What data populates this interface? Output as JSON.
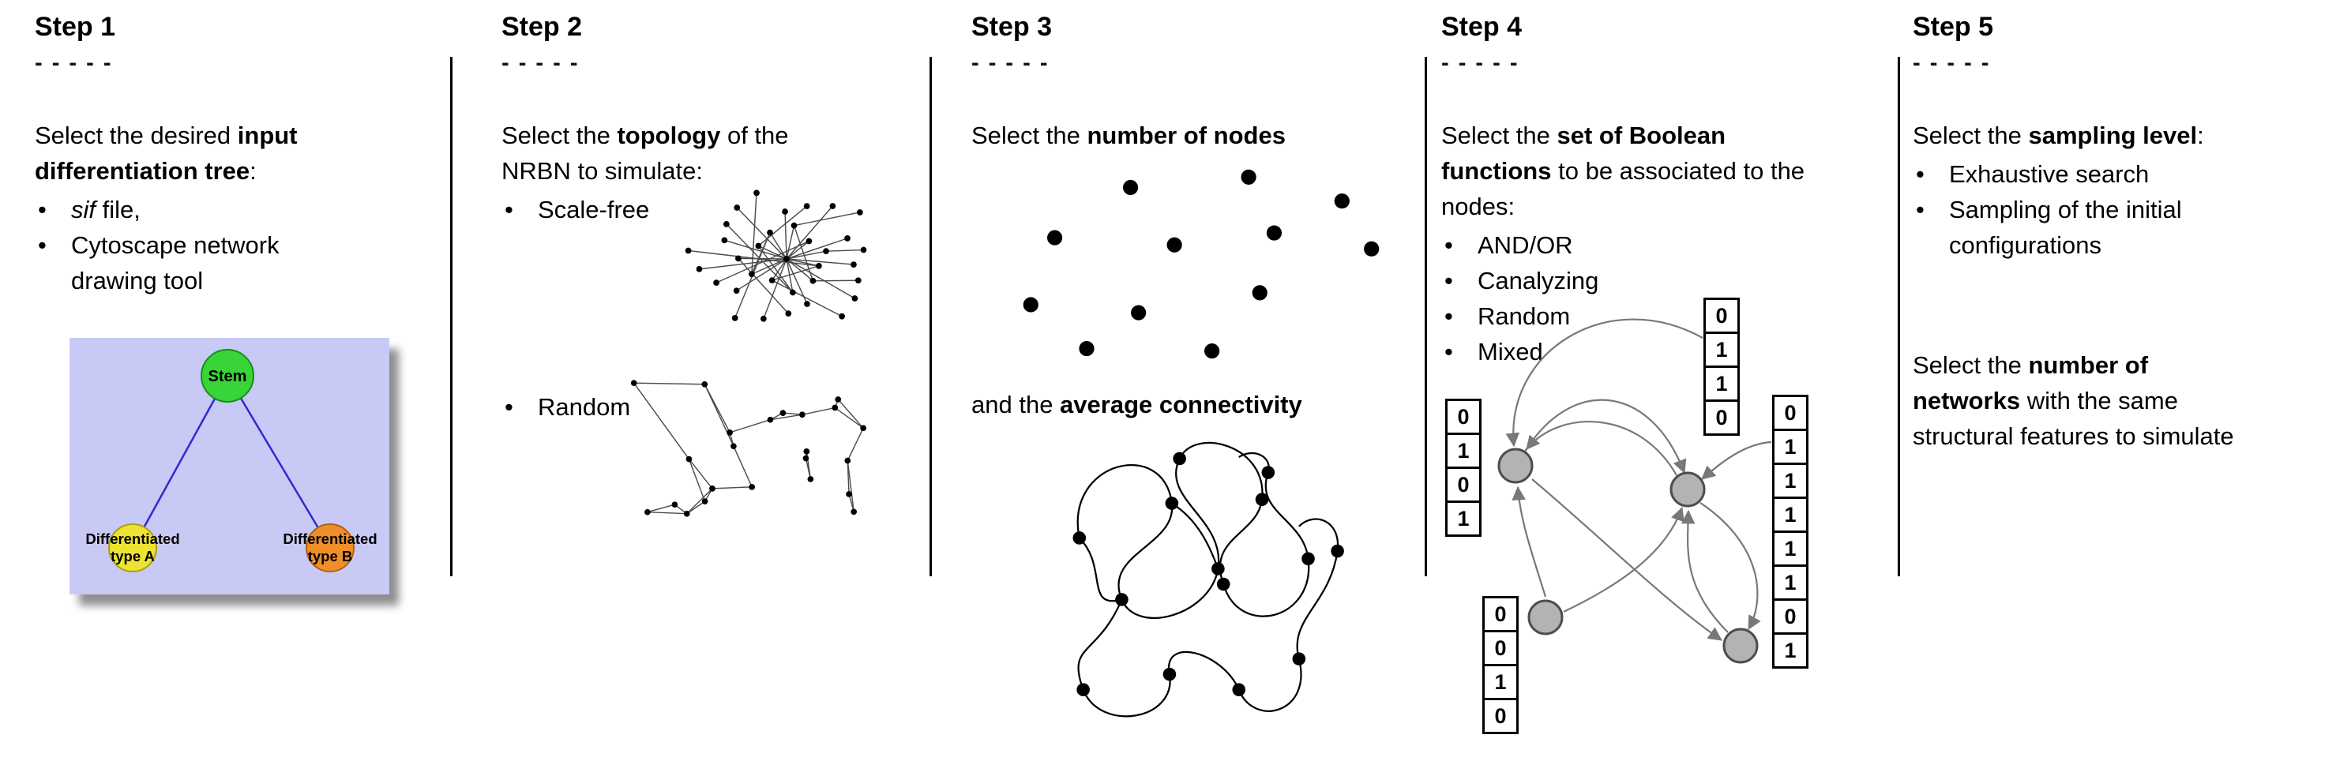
{
  "steps": [
    {
      "title": "Step 1",
      "dashes": "- - - - -",
      "intro": {
        "pre": "Select the desired ",
        "bold": "input differentiation tree",
        "post": ":"
      },
      "bullets": [
        {
          "italic": "sif",
          "rest": " file,"
        },
        {
          "rest": "Cytoscape network drawing tool"
        }
      ],
      "tree": {
        "stem": "Stem",
        "type_a_line1": "Differentiated",
        "type_a_line2": "type A",
        "type_b_line1": "Differentiated",
        "type_b_line2": "type B",
        "colors": {
          "bg": "#c9c9f6",
          "stem": "#38d438",
          "type_a": "#ece431",
          "type_b": "#ef8f2b",
          "edge": "#2b2bcf"
        }
      }
    },
    {
      "title": "Step 2",
      "dashes": "- - - - -",
      "intro": {
        "pre": "Select the ",
        "bold": "topology",
        "post": " of the NRBN to simulate:"
      },
      "bullets": [
        {
          "rest": "Scale-free"
        },
        {
          "rest": "Random"
        }
      ]
    },
    {
      "title": "Step 3",
      "dashes": "- - - - -",
      "intro": {
        "pre": "Select the ",
        "bold": "number of nodes",
        "post": ""
      },
      "second": {
        "pre": "and the ",
        "bold": "average connectivity",
        "post": ""
      }
    },
    {
      "title": "Step 4",
      "dashes": "- - - - -",
      "intro": {
        "pre": "Select the ",
        "bold": "set of Boolean functions",
        "post": " to be associated to the nodes:"
      },
      "bullets": [
        {
          "rest": "AND/OR"
        },
        {
          "rest": "Canalyzing"
        },
        {
          "rest": "Random"
        },
        {
          "rest": "Mixed"
        }
      ],
      "tables": {
        "left": [
          "0",
          "1",
          "0",
          "1"
        ],
        "top": [
          "0",
          "1",
          "1",
          "0"
        ],
        "right": [
          "0",
          "1",
          "1",
          "1",
          "1",
          "1",
          "0",
          "1"
        ],
        "bottom": [
          "0",
          "0",
          "1",
          "0"
        ]
      }
    },
    {
      "title": "Step 5",
      "dashes": "- - - - -",
      "intro": {
        "pre": "Select the ",
        "bold": "sampling level",
        "post": ":"
      },
      "bullets": [
        {
          "rest": "Exhaustive search"
        },
        {
          "rest": "Sampling of the initial configurations"
        }
      ],
      "second": {
        "line1_pre": "Select the ",
        "line1_bold": "number of",
        "line2_bold": "networks",
        "line2_rest": " with the same",
        "line3": "structural features to simulate"
      }
    }
  ]
}
